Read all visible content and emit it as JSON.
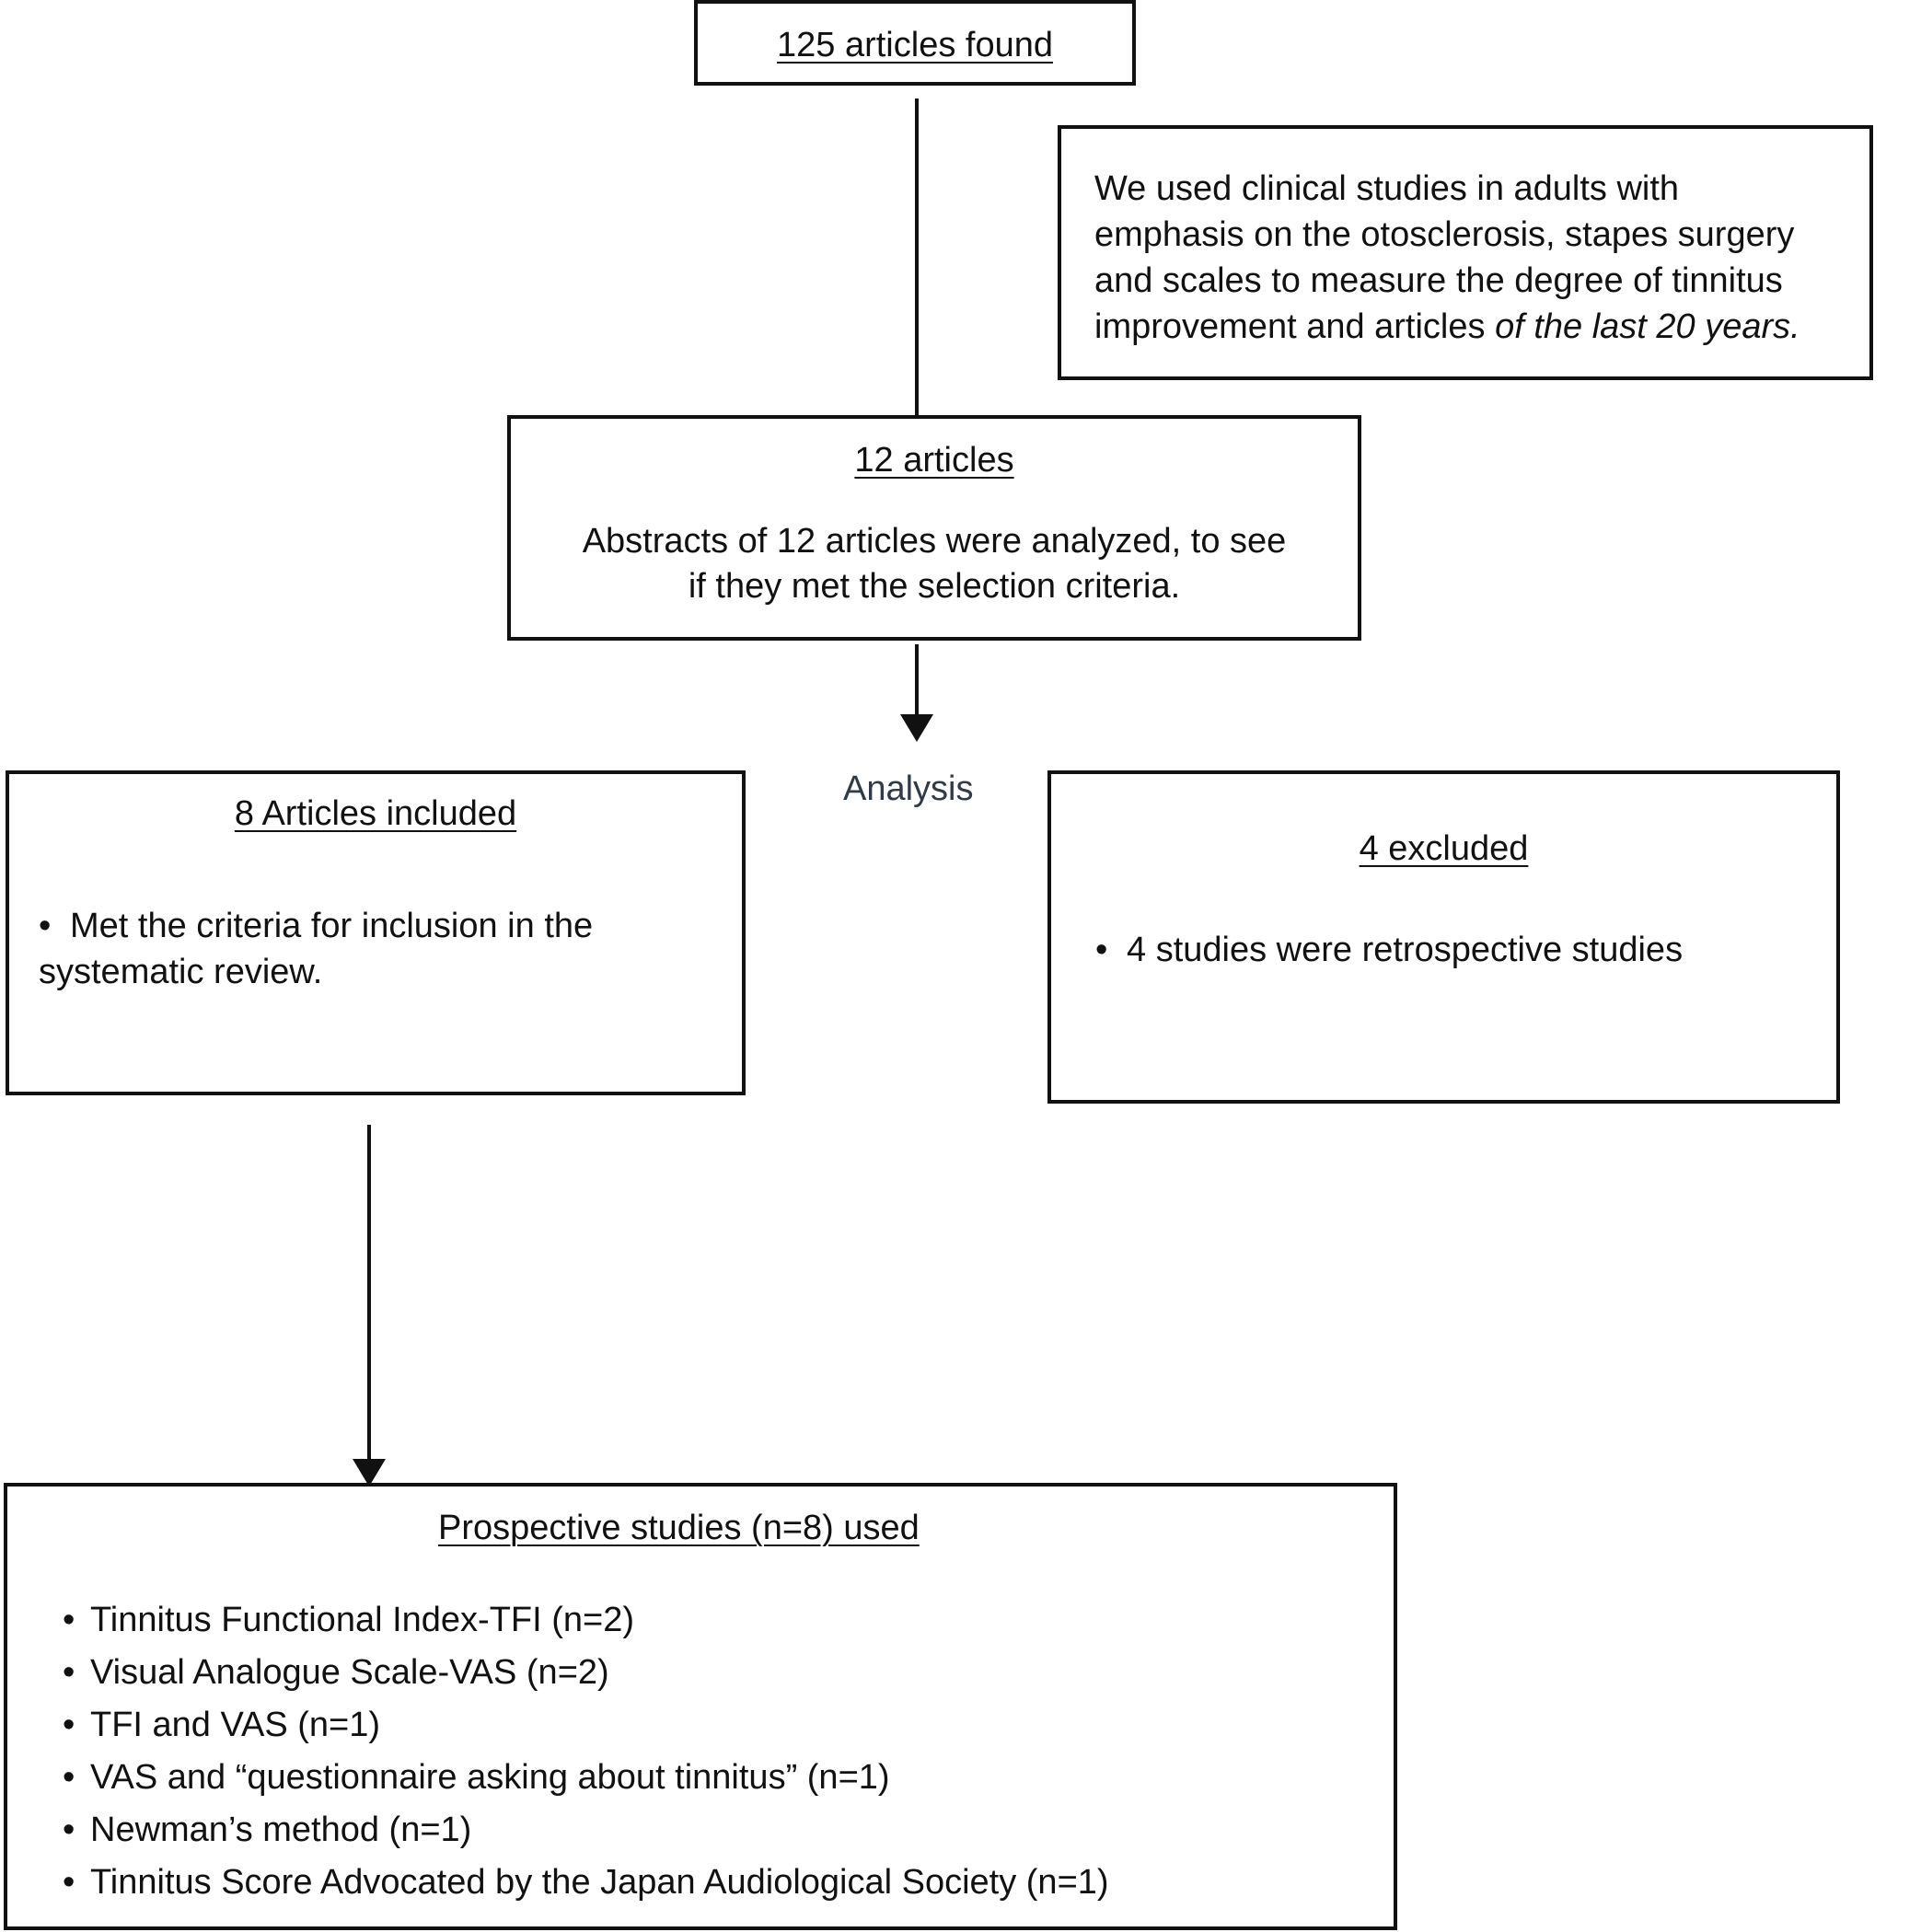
{
  "top_box": {
    "title": "125 articles found"
  },
  "criteria_box": {
    "lines": [
      "We used clinical studies in adults with",
      "emphasis on the otosclerosis, stapes surgery",
      "and scales to measure the degree of tinnitus"
    ],
    "last_line_normal": "improvement and articles ",
    "last_line_italic": "of the last 20 years."
  },
  "screening_box": {
    "title": "12 articles",
    "text_line1": "Abstracts of 12 articles were analyzed, to see",
    "text_line2": "if they met the selection criteria."
  },
  "analysis_label": "Analysis",
  "included_box": {
    "title": "8 Articles included",
    "bullet": "Met the criteria for inclusion in the",
    "bullet_cont": "systematic review."
  },
  "excluded_box": {
    "title": "4 excluded",
    "bullet": "4 studies were retrospective studies"
  },
  "final_box": {
    "title": "Prospective studies (n=8) used",
    "items": [
      "Tinnitus Functional Index-TFI (n=2)",
      "Visual Analogue Scale-VAS (n=2)",
      "TFI and VAS (n=1)",
      "VAS and “questionnaire asking about tinnitus” (n=1)",
      "Newman’s method (n=1)",
      "Tinnitus Score Advocated by the Japan Audiological Society (n=1)"
    ]
  }
}
